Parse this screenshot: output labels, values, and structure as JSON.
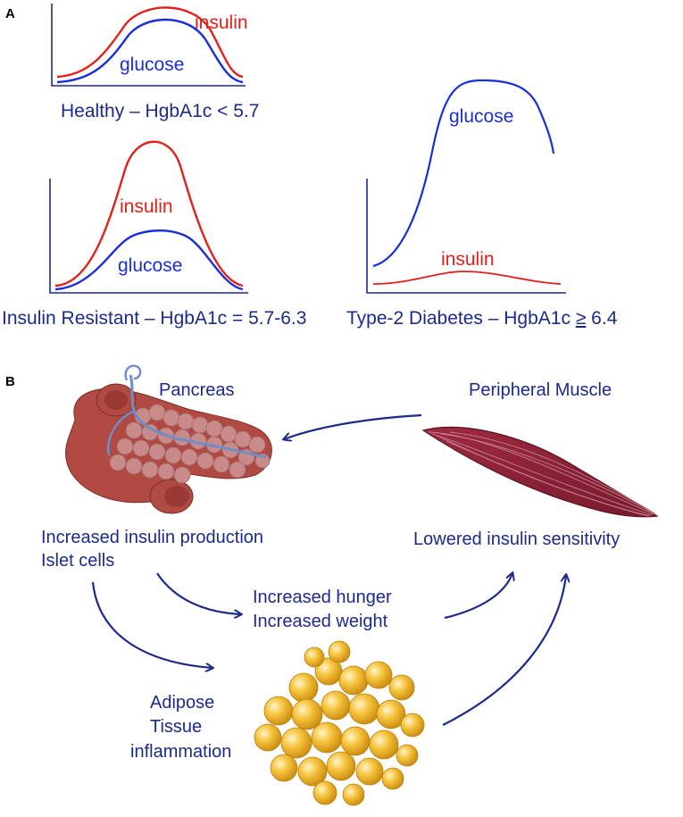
{
  "colors": {
    "glucose": "#1a2fd8",
    "insulin": "#e3201c",
    "text_blue": "#1c2a8c",
    "axis": "#1c2a8c",
    "arrow": "#1c2a8c",
    "pancreas": "#b04a42",
    "pancreas_lobule": "#c98a8a",
    "duct": "#6f8ec6",
    "muscle": "#8a1f35",
    "fat": "#f0b01c"
  },
  "panel_a": {
    "label": "A",
    "healthy": {
      "insulin_label": "insulin",
      "glucose_label": "glucose",
      "caption": "Healthy – HgbA1c < 5.7"
    },
    "resistant": {
      "insulin_label": "insulin",
      "glucose_label": "glucose",
      "caption": "Insulin Resistant – HgbA1c = 5.7-6.3"
    },
    "diabetes": {
      "glucose_label": "glucose",
      "insulin_label": "insulin",
      "caption_prefix": "Type-2 Diabetes – HgbA1c ",
      "caption_symbol": "≥",
      "caption_value": " 6.4"
    }
  },
  "panel_b": {
    "label": "B",
    "pancreas_title": "Pancreas",
    "muscle_title": "Peripheral Muscle",
    "pancreas_text_1": "Increased insulin production",
    "pancreas_text_2": "Islet cells",
    "muscle_text": "Lowered insulin sensitivity",
    "middle_text_1": "Increased hunger",
    "middle_text_2": "Increased weight",
    "adipose_text_1": "Adipose",
    "adipose_text_2": "Tissue",
    "adipose_text_3": "inflammation"
  },
  "icons": [
    "pancreas-illustration",
    "muscle-illustration",
    "adipose-illustration"
  ]
}
